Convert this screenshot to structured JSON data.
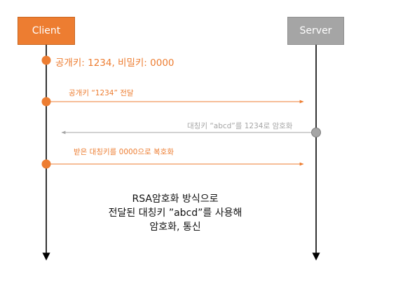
{
  "actors": {
    "client": {
      "label": "Client",
      "color": "#ed7d31"
    },
    "server": {
      "label": "Server",
      "color": "#a5a5a5"
    }
  },
  "client_keys": "공개키: 1234, 비밀키: 0000",
  "messages": [
    {
      "label": "공개키 “1234” 전달",
      "from": "client",
      "to": "server",
      "color": "#ed7d31"
    },
    {
      "label": "대칭키 “abcd”를 1234로 암호화",
      "from": "server",
      "to": "client",
      "color": "#a5a5a5"
    },
    {
      "label": "받은 대칭키를 0000으로 복호화",
      "from": "client",
      "to": "server",
      "color": "#ed7d31"
    }
  ],
  "note_lines": [
    "RSA암호화 방식으로",
    "전달된 대칭키 ”abcd”를 사용해",
    "암호화, 통신"
  ],
  "colors": {
    "lifeline": "#000000",
    "dot_client": "#ed7d31",
    "dot_server": "#a5a5a5"
  }
}
